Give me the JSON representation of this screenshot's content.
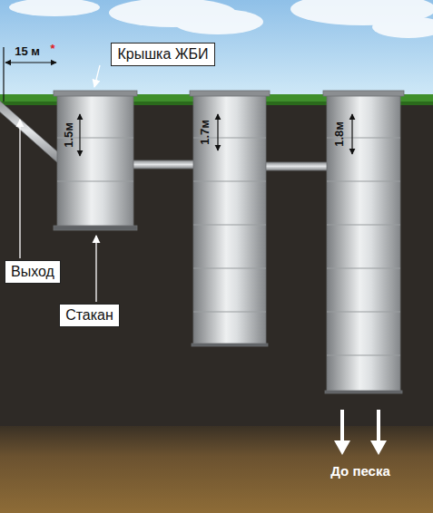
{
  "diagram": {
    "nodes": [
      {
        "text": [
          "Крышка ЖБИ"
        ]
      },
      {
        "text": [
          "Выход"
        ]
      },
      {
        "text": [
          "Стакан"
        ]
      }
    ],
    "labels": [
      "15 м",
      "*",
      "1.5м",
      "1.7м",
      "1.8м",
      "До песка"
    ]
  }
}
